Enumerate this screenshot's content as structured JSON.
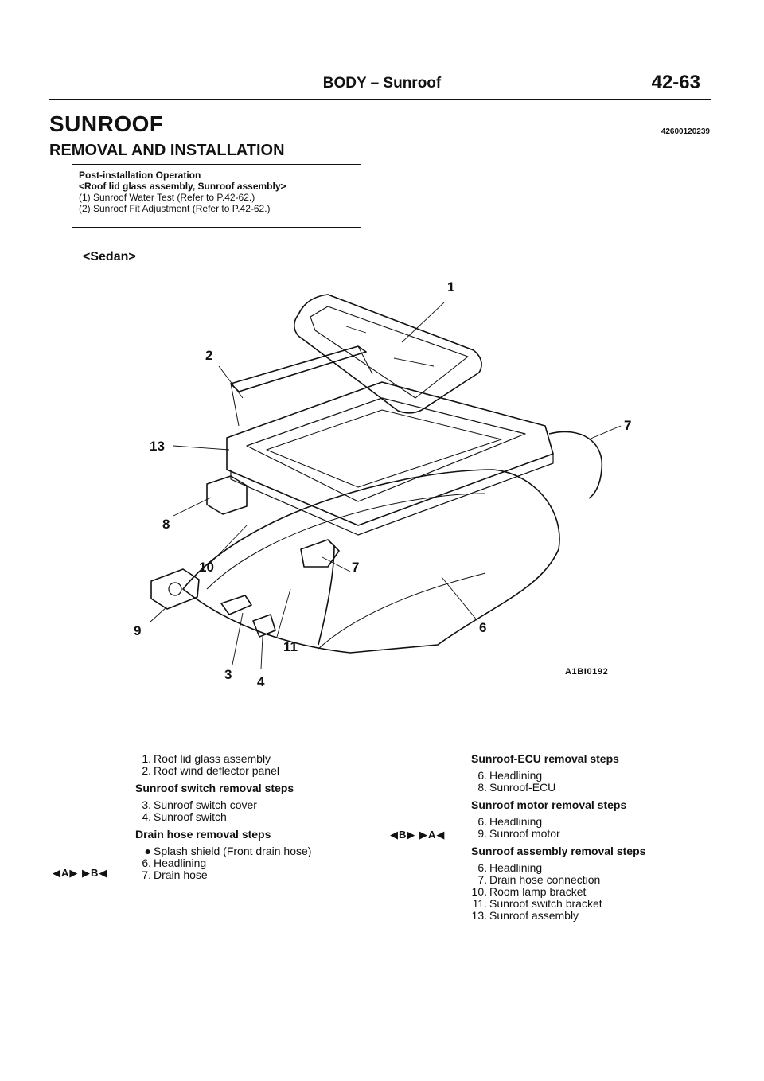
{
  "header": {
    "section": "BODY – Sunroof",
    "page": "42-63"
  },
  "title": "SUNROOF",
  "doc_code": "42600120239",
  "subtitle": "REMOVAL AND INSTALLATION",
  "note": {
    "heading": "Post-installation Operation",
    "target": "<Roof lid glass assembly, Sunroof assembly>",
    "items": [
      "(1) Sunroof Water Test (Refer to P.42-62.)",
      "(2) Sunroof Fit Adjustment (Refer to P.42-62.)"
    ]
  },
  "variant": "<Sedan>",
  "figure": {
    "id": "A1BI0192",
    "callouts": [
      "1",
      "2",
      "13",
      "7",
      "8",
      "10",
      "7",
      "9",
      "6",
      "11",
      "3",
      "4"
    ]
  },
  "left_list": {
    "items": [
      {
        "n": "1.",
        "text": "Roof lid glass assembly"
      },
      {
        "n": "2.",
        "text": "Roof wind deflector panel"
      }
    ],
    "switch_heading": "Sunroof switch removal steps",
    "switch_items": [
      {
        "n": "3.",
        "text": "Sunroof switch cover"
      },
      {
        "n": "4.",
        "text": "Sunroof switch"
      }
    ],
    "drain_heading": "Drain hose removal steps",
    "drain_items": [
      {
        "n": "●",
        "text": "Splash shield (Front drain hose)"
      },
      {
        "n": "6.",
        "text": "Headlining"
      },
      {
        "n": "7.",
        "text": "Drain hose"
      }
    ],
    "drain_markers": "◀A▶  ▶B◀"
  },
  "right_list": {
    "ecu_heading": "Sunroof-ECU removal steps",
    "ecu_items": [
      {
        "n": "6.",
        "text": "Headlining"
      },
      {
        "n": "8.",
        "text": "Sunroof-ECU"
      }
    ],
    "motor_heading": "Sunroof motor removal steps",
    "motor_items": [
      {
        "n": "6.",
        "text": "Headlining"
      },
      {
        "n": "9.",
        "text": "Sunroof motor"
      }
    ],
    "motor_markers": "◀B▶  ▶A◀",
    "assembly_heading": "Sunroof assembly removal steps",
    "assembly_items": [
      {
        "n": "6.",
        "text": "Headlining"
      },
      {
        "n": "7.",
        "text": "Drain hose connection"
      },
      {
        "n": "10.",
        "text": "Room lamp bracket"
      },
      {
        "n": "11.",
        "text": "Sunroof switch bracket"
      },
      {
        "n": "13.",
        "text": "Sunroof assembly"
      }
    ]
  }
}
